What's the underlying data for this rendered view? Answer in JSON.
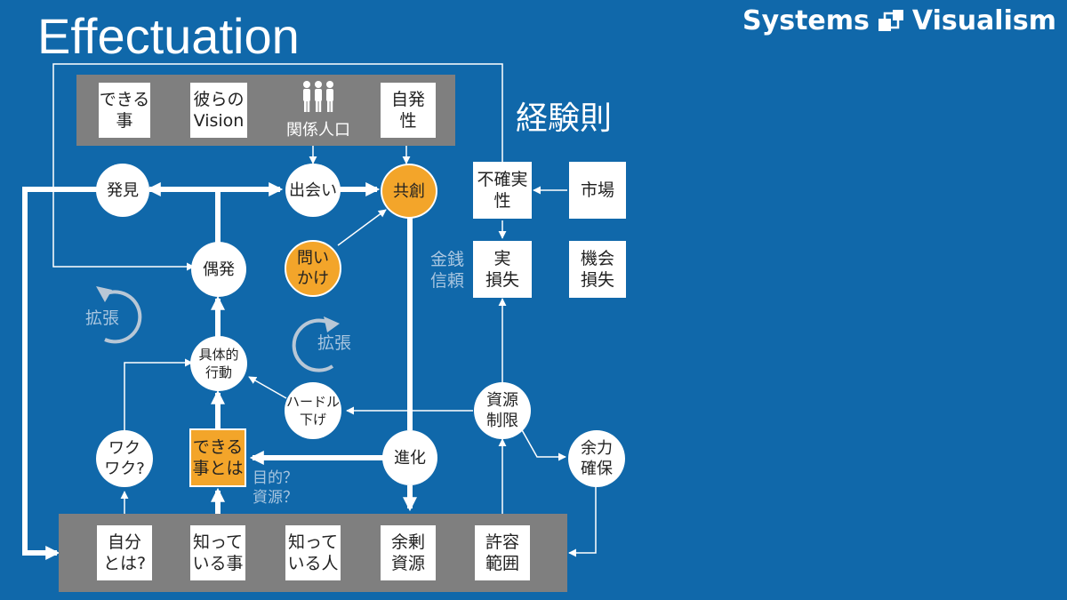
{
  "title": "Effectuation",
  "brand": {
    "left": "Systems",
    "right": "Visualism"
  },
  "rule_label": "経験則",
  "top_panel": {
    "items": [
      {
        "id": "can-do",
        "lines": [
          "できる",
          "事"
        ]
      },
      {
        "id": "their-vision",
        "lines": [
          "彼らの",
          "Vision"
        ]
      },
      {
        "id": "related-population",
        "lines": [
          "関係人口"
        ],
        "icon": "people-icon"
      },
      {
        "id": "autonomy",
        "lines": [
          "自発",
          "性"
        ]
      }
    ]
  },
  "bottom_panel": {
    "items": [
      {
        "id": "who-am-i",
        "lines": [
          "自分",
          "とは?"
        ]
      },
      {
        "id": "what-i-know",
        "lines": [
          "知って",
          "いる事"
        ]
      },
      {
        "id": "who-i-know",
        "lines": [
          "知って",
          "いる人"
        ]
      },
      {
        "id": "surplus-resources",
        "lines": [
          "余剰",
          "資源"
        ]
      },
      {
        "id": "acceptable-range",
        "lines": [
          "許容",
          "範囲"
        ]
      }
    ]
  },
  "nodes": {
    "discovery": [
      "発見"
    ],
    "encounter": [
      "出会い"
    ],
    "co_creation": [
      "共創"
    ],
    "serendipity": [
      "偶発"
    ],
    "question": [
      "問い",
      "かけ"
    ],
    "concrete_action": [
      "具体的",
      "行動"
    ],
    "lower_hurdle": [
      "ハードル",
      "下げ"
    ],
    "excitement": [
      "ワク",
      "ワク?"
    ],
    "what_can_do": [
      "できる",
      "事とは"
    ],
    "evolution": [
      "進化"
    ],
    "resource_limit": [
      "資源",
      "制限"
    ],
    "secure_margin": [
      "余力",
      "確保"
    ],
    "uncertainty": [
      "不確実",
      "性"
    ],
    "market": [
      "市場"
    ],
    "actual_loss": [
      "実",
      "損失"
    ],
    "opportunity_loss": [
      "機会",
      "損失"
    ]
  },
  "labels": {
    "money_trust": [
      "金銭",
      "信頼"
    ],
    "expand_left": "拡張",
    "expand_center": "拡張",
    "purpose_resource": [
      "目的？",
      "資源？"
    ]
  },
  "colors": {
    "background": "#1068AA",
    "panel": "#7F7F7F",
    "accent": "#F3A52A",
    "muted": "#A9C6E0"
  }
}
